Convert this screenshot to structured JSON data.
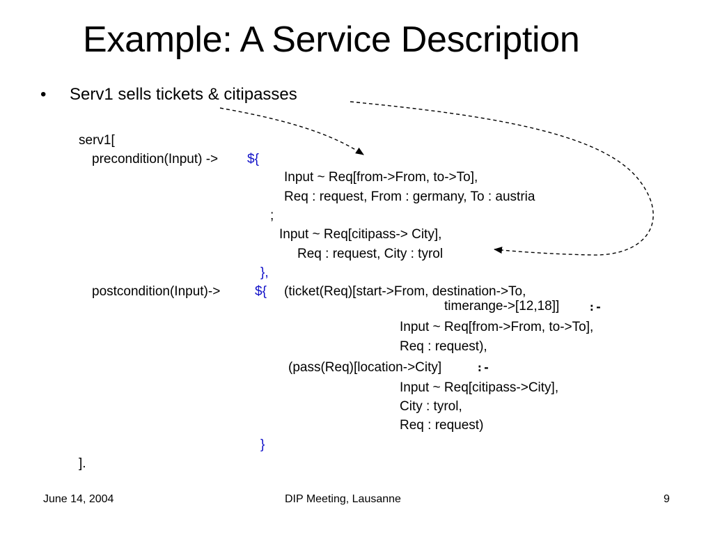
{
  "slide": {
    "title": "Example: A Service Description",
    "bullet_marker": "•",
    "bullet_text": "Serv1 sells tickets & citipasses"
  },
  "code": {
    "l01": "serv1[",
    "l02": "precondition(Input) ->",
    "l02b": "${",
    "l03": "Input ~ Req[from->From, to->To],",
    "l04": "Req : request, From : germany, To : austria",
    "l05": ";",
    "l06": "Input ~ Req[citipass-> City],",
    "l07": "Req : request, City : tyrol",
    "l08": "},",
    "l09": "postcondition(Input)->",
    "l09b": "${",
    "l09c": "(ticket(Req)[start->From, destination->To,",
    "l10": "timerange->[12,18]]",
    "l10op": ":-",
    "l11": "Input ~ Req[from->From, to->To],",
    "l12": "Req : request),",
    "l13": "(pass(Req)[location->City]",
    "l13op": ":-",
    "l14": "Input ~ Req[citipass->City],",
    "l15": "City : tyrol,",
    "l16": "Req : request)",
    "l17": "}",
    "l18": "]."
  },
  "footer": {
    "date": "June 14, 2004",
    "event": "DIP Meeting, Lausanne",
    "page": "9"
  },
  "colors": {
    "text": "#000000",
    "accent_blue": "#1010c8",
    "background": "#ffffff"
  }
}
